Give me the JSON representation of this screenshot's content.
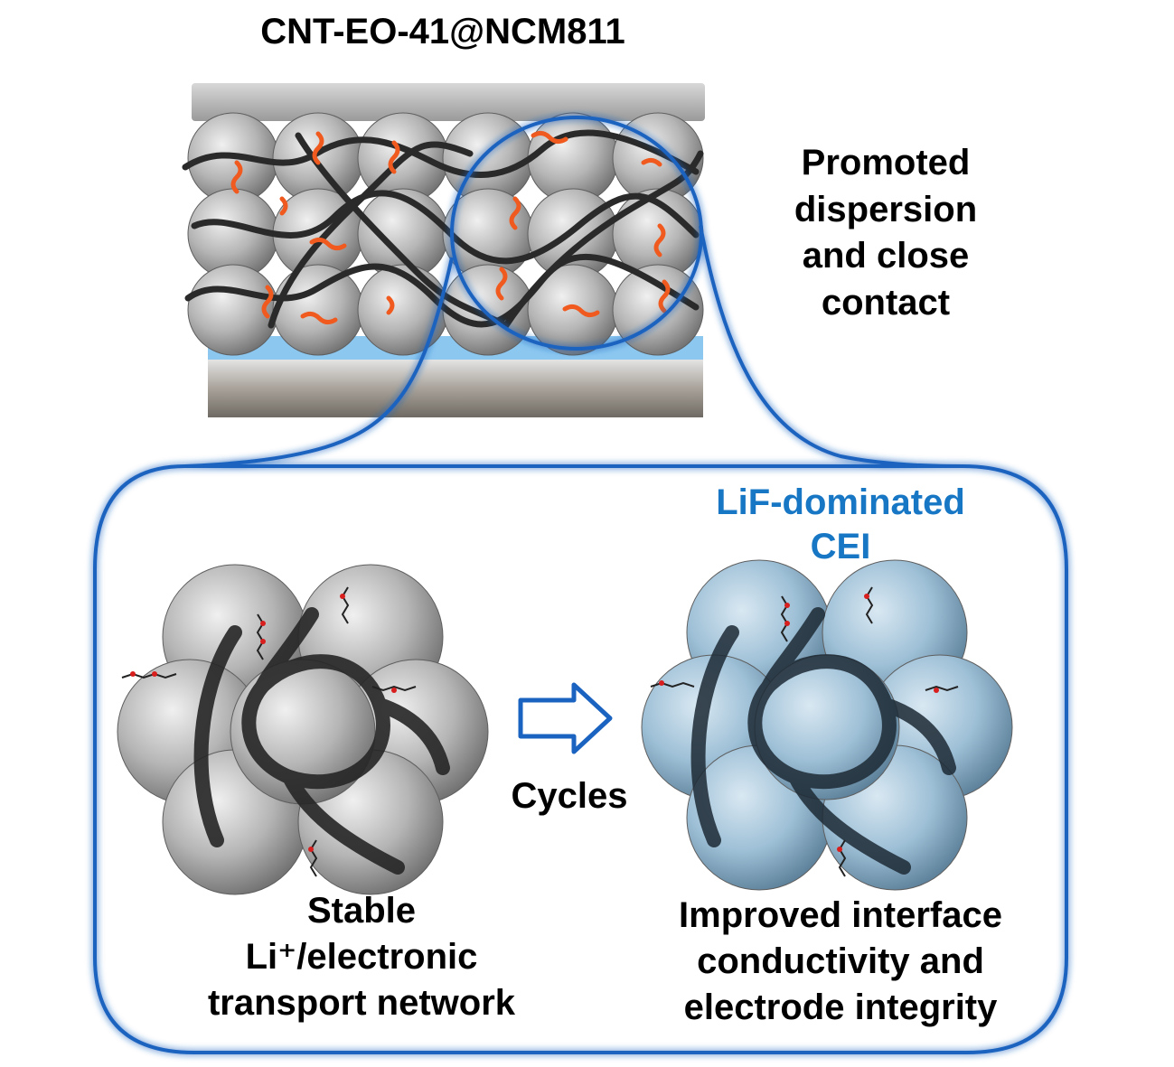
{
  "title": "CNT-EO-41@NCM811",
  "promoted_lines": [
    "Promoted",
    "dispersion",
    "and close",
    "contact"
  ],
  "lif_lines": [
    "LiF-dominated",
    "CEI"
  ],
  "arrow_label": "Cycles",
  "left_caption_lines": [
    "Stable",
    "Li⁺/electronic",
    "transport network"
  ],
  "right_caption_lines": [
    "Improved interface",
    "conductivity and",
    "electrode integrity"
  ],
  "colors": {
    "accent_blue": "#1777c4",
    "frame_blue": "#1a63c0",
    "particle_gray": "#b9b9b9",
    "cei_blue": "#9dbfd6",
    "binder_orange": "#f05a1e",
    "cnt_black": "#2a2a2a"
  }
}
